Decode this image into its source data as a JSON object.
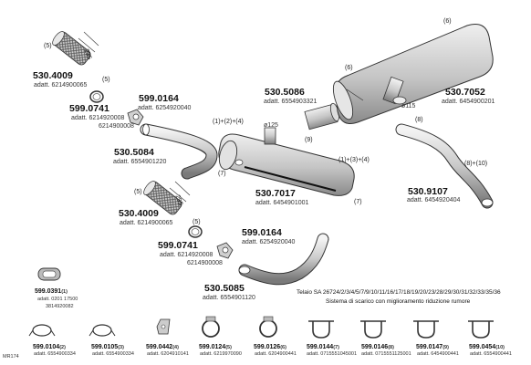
{
  "title": "",
  "parts": {
    "p530_4009a": {
      "number": "530.4009",
      "adatt": "adatt. 6214900065",
      "index": "(5)",
      "dim": "295"
    },
    "p599_0741a": {
      "number": "599.0741",
      "adatt1": "adatt. 6214920008",
      "adatt2": "6214900008",
      "index": "(5)"
    },
    "p599_0164a": {
      "number": "599.0164",
      "adatt": "adatt. 6254920040"
    },
    "p530_5084": {
      "number": "530.5084",
      "adatt": "adatt. 6554901220",
      "index": "(7)"
    },
    "p530_5086": {
      "number": "530.5086",
      "adatt": "adatt. 6554903321",
      "index": "(9)",
      "dim": "ø125"
    },
    "p530_7052": {
      "number": "530.7052",
      "adatt": "adatt. 6454900201",
      "index_top": "(6)",
      "index_left": "(6)",
      "dim": "ø115"
    },
    "p530_7017": {
      "number": "530.7017",
      "adatt": "adatt. 6454901001",
      "index": "(7)",
      "ref_left": "(1)+(2)+(4)",
      "ref_right": "(1)+(3)+(4)"
    },
    "p530_9107": {
      "number": "530.9107",
      "adatt": "adatt. 6454920404",
      "index": "(8)",
      "ref": "(8)+(10)"
    },
    "p530_4009b": {
      "number": "530.4009",
      "adatt": "adatt. 6214900065",
      "index": "(5)",
      "dim": "295"
    },
    "p599_0741b": {
      "number": "599.0741",
      "adatt1": "adatt. 6214920008",
      "adatt2": "6214900008",
      "index": "(5)"
    },
    "p599_0164b": {
      "number": "599.0164",
      "adatt": "adatt. 6254920040"
    },
    "p530_5085": {
      "number": "530.5085",
      "adatt": "adatt. 6554901120"
    },
    "p599_0391": {
      "number": "599.0391",
      "index": "(1)",
      "adatt1": "adatt. 0201 17500",
      "adatt2": "3814920082"
    }
  },
  "note": {
    "line1": "Telaio SA 26724/2/3/4/5/7/9/10/11/16/17/18/19/20/23/28/29/30/31/32/33/35/36",
    "line2": "Sistema  di scarico con miglioramento riduzione rumore"
  },
  "bottom_parts": [
    {
      "number": "599.0104",
      "index": "(2)",
      "adatt": "adatt. 6554900334"
    },
    {
      "number": "599.0105",
      "index": "(3)",
      "adatt": "adatt. 6554900334"
    },
    {
      "number": "599.0442",
      "index": "(4)",
      "adatt": "adatt. 6204910141"
    },
    {
      "number": "599.0124",
      "index": "(5)",
      "adatt": "adatt. 6219970090"
    },
    {
      "number": "599.0126",
      "index": "(6)",
      "adatt": "adatt. 6204900441"
    },
    {
      "number": "599.0144",
      "index": "(7)",
      "adatt": "adatt. 0715551045001"
    },
    {
      "number": "599.0146",
      "index": "(8)",
      "adatt": "adatt. 0715551125001"
    },
    {
      "number": "599.0147",
      "index": "(9)",
      "adatt": "adatt. 6454900441"
    },
    {
      "number": "599.0454",
      "index": "(10)",
      "adatt": "adatt. 6554900441"
    }
  ],
  "footer_code": "MR174"
}
